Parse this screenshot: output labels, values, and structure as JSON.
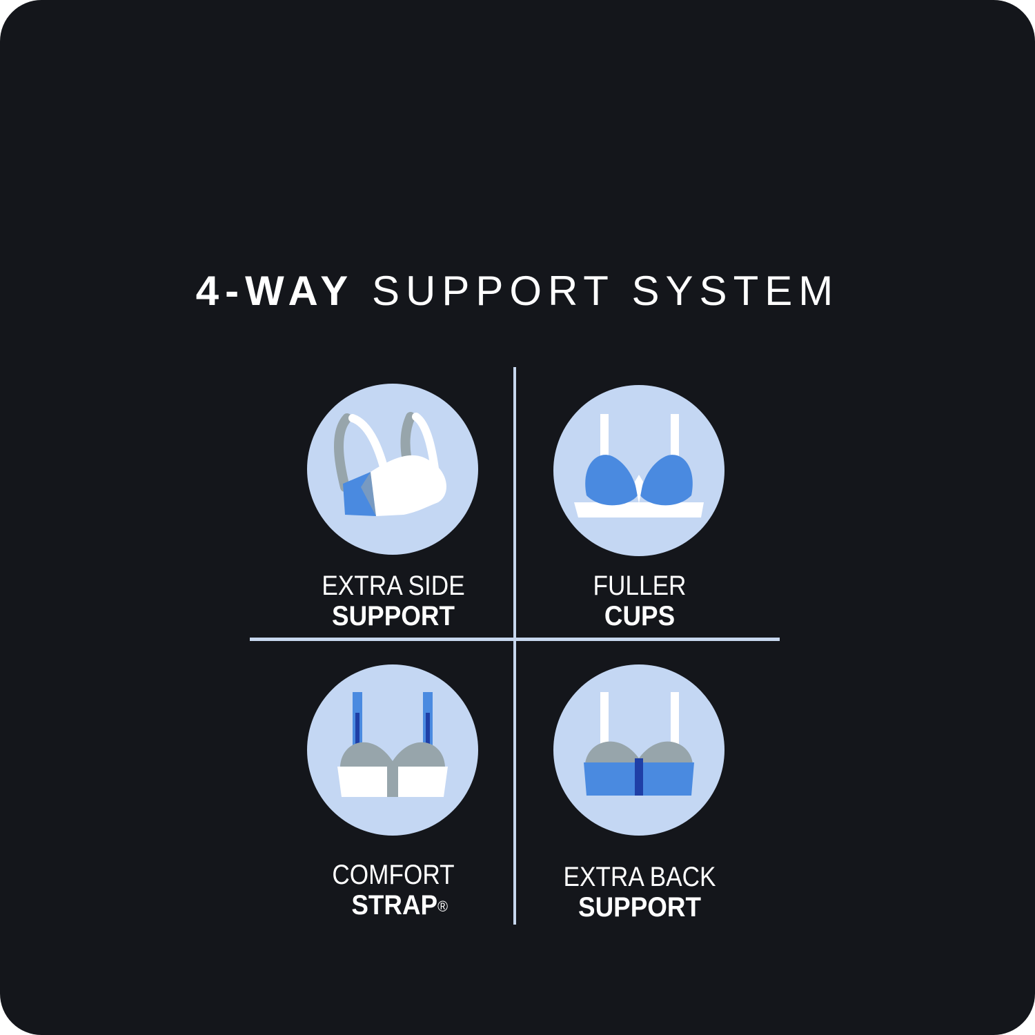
{
  "title": {
    "bold": "4-WAY",
    "regular": "SUPPORT SYSTEM"
  },
  "features": [
    {
      "line1": "EXTRA SIDE",
      "line2": "SUPPORT",
      "icon": "bra-side-support-icon"
    },
    {
      "line1": "FULLER",
      "line2": "CUPS",
      "icon": "bra-fuller-cups-icon"
    },
    {
      "line1": "COMFORT",
      "line2": "STRAP",
      "mark": "®",
      "icon": "bra-comfort-strap-icon"
    },
    {
      "line1": "EXTRA BACK",
      "line2": "SUPPORT",
      "icon": "bra-back-support-icon"
    }
  ],
  "colors": {
    "background": "#14161b",
    "circle": "#c4d7f3",
    "accent_blue": "#4a8ae0",
    "dark_blue": "#1f3fa6",
    "gray": "#97a5ab",
    "white": "#ffffff",
    "divider": "#c7d7ee"
  }
}
